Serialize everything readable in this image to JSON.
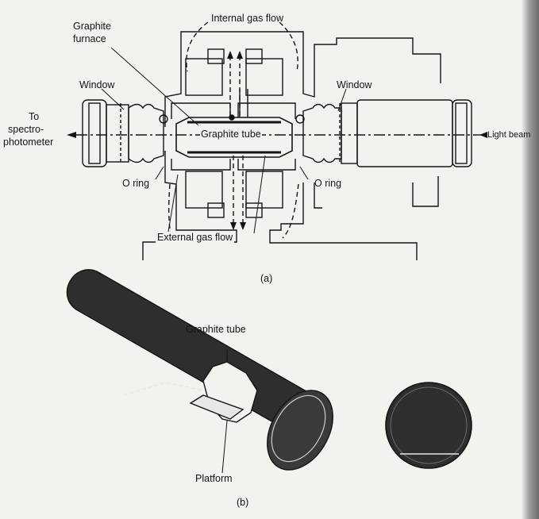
{
  "part_a": {
    "labels": {
      "internal_gas_flow": "Internal gas flow",
      "graphite_furnace_line1": "Graphite",
      "graphite_furnace_line2": "furnace",
      "window_left": "Window",
      "window_right": "Window",
      "to_spectrophotometer_line1": "To",
      "to_spectrophotometer_line2": "spectro-",
      "to_spectrophotometer_line3": "photometer",
      "light_beam": "Light beam",
      "graphite_tube": "Graphite tube",
      "o_ring_left": "O ring",
      "o_ring_right": "O ring",
      "external_gas_flow": "External gas flow"
    },
    "caption": "(a)"
  },
  "part_b": {
    "labels": {
      "graphite_tube": "Graphite tube",
      "platform": "Platform"
    },
    "caption": "(b)"
  },
  "colors": {
    "ink": "#141414",
    "tube_fill": "#2e2e2e",
    "paper": "#f4f2ee"
  }
}
